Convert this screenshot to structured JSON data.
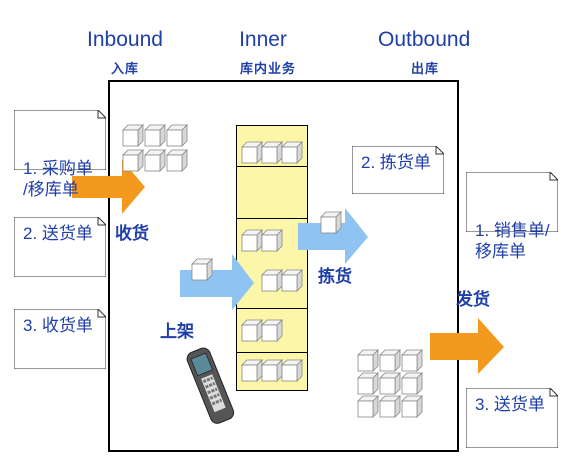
{
  "headers": {
    "inbound": {
      "title": "Inbound",
      "sub": "入库"
    },
    "inner": {
      "title": "Inner",
      "sub": "库内业务"
    },
    "outbound": {
      "title": "Outbound",
      "sub": "出库"
    }
  },
  "inbound_docs": [
    "1. 采购单\n/移库单",
    "2. 送货单",
    "3. 收货单"
  ],
  "process_docs": {
    "pick": "2. 拣货单"
  },
  "outbound_docs": [
    "1. 销售单/\n移库单",
    "3. 送货单"
  ],
  "labels": {
    "receive": "收货",
    "putaway": "上架",
    "pick": "拣货",
    "ship": "发货"
  },
  "icons": [
    "box-stack-icon",
    "handheld-scanner-icon",
    "arrow-icon"
  ],
  "colors": {
    "title": "#1f3fa8",
    "orange_arrow": "#f39a1e",
    "blue_arrow": "#8ec3f2",
    "shelf": "#fbf6a8"
  }
}
